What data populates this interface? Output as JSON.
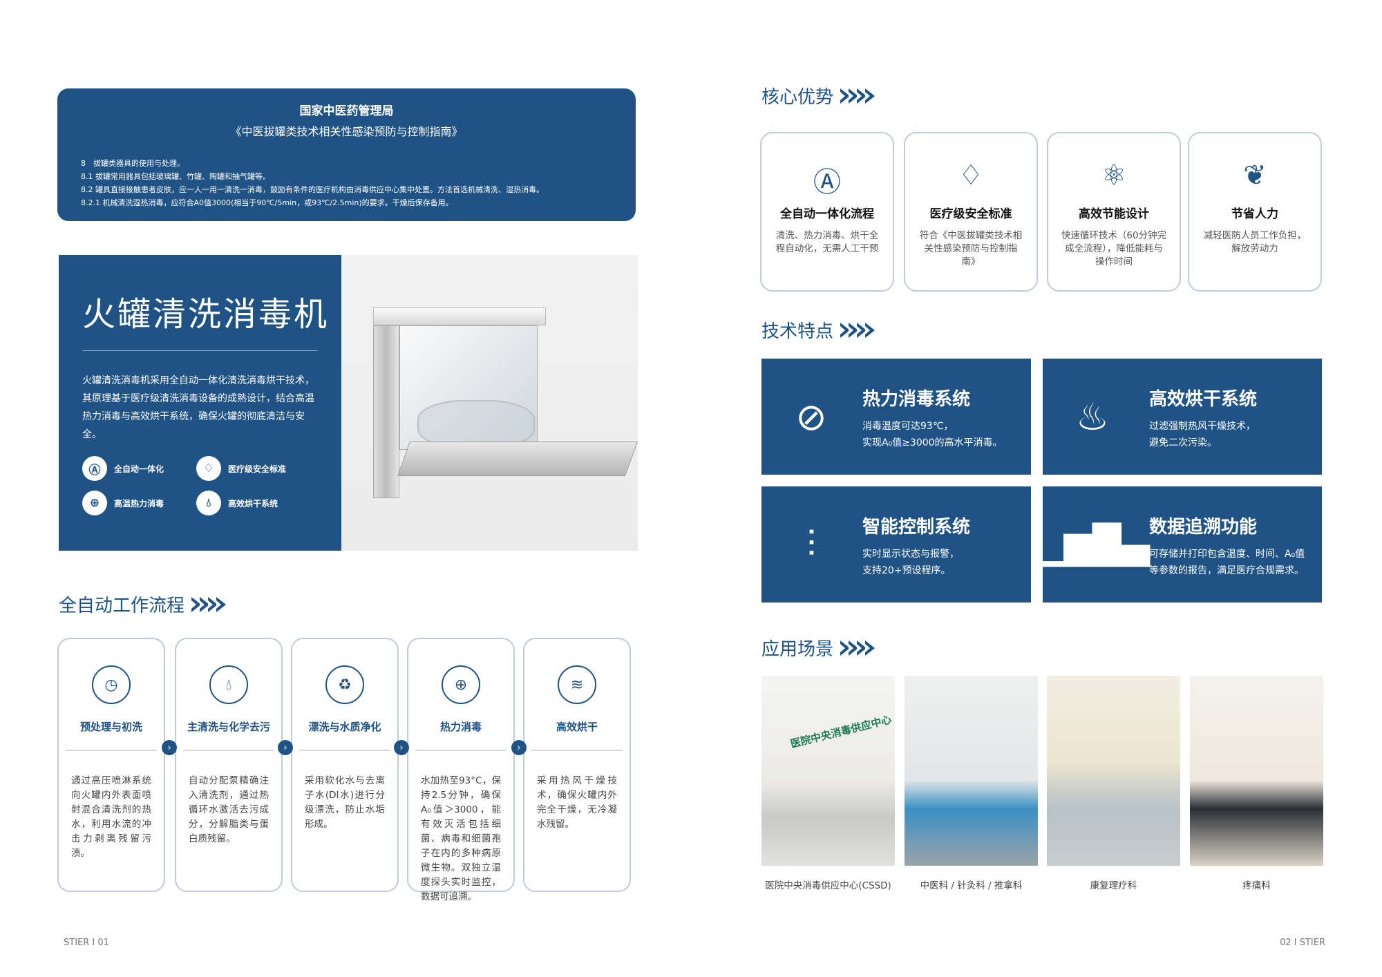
{
  "regulation": {
    "org": "国家中医药管理局",
    "title": "《中医拔罐类技术相关性感染预防与控制指南》",
    "items": [
      "8　拔罐类器具的使用与处理。",
      "8.1 拔罐常用器具包括玻璃罐、竹罐、陶罐和抽气罐等。",
      "8.2 罐具直接接触患者皮肤，应一人一用一清洗一消毒，鼓励有条件的医疗机构由消毒供应中心集中处置。方法首选机械清洗、湿热消毒。",
      "8.2.1 机械清洗湿热消毒，应符合A0值3000(相当于90℃/5min，或93℃/2.5min)的要求。干燥后保存备用。"
    ]
  },
  "product": {
    "name": "火罐清洗消毒机",
    "desc": "火罐清洗消毒机采用全自动一体化清洗消毒烘干技术，其原理基于医疗级清洗消毒设备的成熟设计，结合高温热力消毒与高效烘干系统，确保火罐的彻底清洁与安全。",
    "features": [
      {
        "icon": "auto-cycle-icon",
        "label": "全自动一体化"
      },
      {
        "icon": "diamond-icon",
        "label": "医疗级安全标准"
      },
      {
        "icon": "shield-plus-icon",
        "label": "高温热力消毒"
      },
      {
        "icon": "water-drop-icon",
        "label": "高效烘干系统"
      }
    ]
  },
  "workflow": {
    "heading": "全自动工作流程",
    "steps": [
      {
        "icon": "clock-icon",
        "title": "预处理与初洗",
        "desc": "通过高压喷淋系统向火罐内外表面喷射混合清洗剂的热水，利用水流的冲击力剥离残留污渍。"
      },
      {
        "icon": "water-drop-icon",
        "title": "主清洗与化学去污",
        "desc": "自动分配泵精确注入清洗剂，通过热循环水激活去污成分，分解脂类与蛋白质残留。"
      },
      {
        "icon": "leaf-cycle-icon",
        "title": "漂洗与水质净化",
        "desc": "采用软化水与去离子水(DI水)进行分级漂洗，防止水垢形成。"
      },
      {
        "icon": "shield-plus-icon",
        "title": "热力消毒",
        "desc": "水加热至93°C，保持2.5分钟，确保A₀值＞3000，能有效灭活包括细菌、病毒和细菌孢子在内的多种病原微生物。双独立温度探头实时监控，数据可追溯。"
      },
      {
        "icon": "drop-wave-icon",
        "title": "高效烘干",
        "desc": "采用热风干燥技术，确保火罐内外完全干燥，无冷凝水残留。"
      }
    ]
  },
  "advantages": {
    "heading": "核心优势",
    "items": [
      {
        "icon": "auto-cycle-icon",
        "title": "全自动一体化流程",
        "desc": "清洗、热力消毒、烘干全程自动化，无需人工干预"
      },
      {
        "icon": "diamond-icon",
        "title": "医疗级安全标准",
        "desc": "符合《中医拔罐类技术相关性感染预防与控制指南》"
      },
      {
        "icon": "atom-icon",
        "title": "高效节能设计",
        "desc": "快速循环技术（60分钟完成全流程），降低能耗与操作时间"
      },
      {
        "icon": "leaf-icon",
        "title": "节省人力",
        "desc": "减轻医防人员工作负担，解放劳动力"
      }
    ]
  },
  "tech": {
    "heading": "技术特点",
    "items": [
      {
        "icon": "no-virus-icon",
        "title": "热力消毒系统",
        "desc1": "消毒温度可达93℃，",
        "desc2": "实现A₀值≥3000的高水平消毒。"
      },
      {
        "icon": "heat-waves-icon",
        "title": "高效烘干系统",
        "desc1": "过滤强制热风干燥技术，",
        "desc2": "避免二次污染。"
      },
      {
        "icon": "sliders-icon",
        "title": "智能控制系统",
        "desc1": "实时显示状态与报警，",
        "desc2": "支持20+预设程序。"
      },
      {
        "icon": "bar-chart-icon",
        "title": "数据追溯功能",
        "desc1": "可存储并打印包含温度、时间、A₀值",
        "desc2": "等参数的报告，满足医疗合规需求。"
      }
    ]
  },
  "scenes": {
    "heading": "应用场景",
    "items": [
      {
        "caption": "医院中央消毒供应中心(CSSD)",
        "sign": "医院中央消毒供应中心"
      },
      {
        "caption": "中医科 / 针灸科 / 推拿科"
      },
      {
        "caption": "康复理疗科"
      },
      {
        "caption": "疼痛科"
      }
    ]
  },
  "footer": {
    "left": "STIER I 01",
    "right": "02 I STIER"
  },
  "colors": {
    "brand": "#1f5285",
    "border": "#bccbe0"
  }
}
